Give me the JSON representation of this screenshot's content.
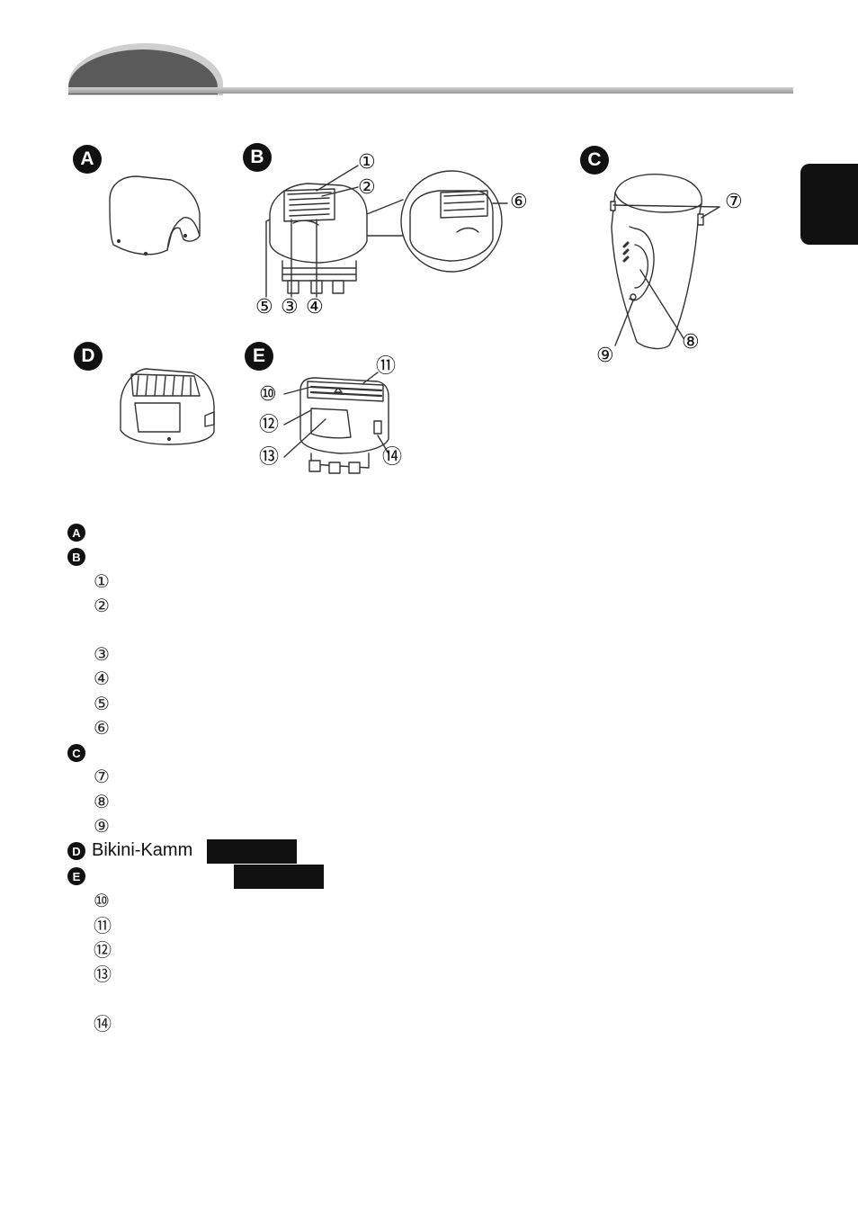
{
  "figure": {
    "badges": [
      "A",
      "B",
      "C",
      "D",
      "E"
    ],
    "callouts": [
      "①",
      "②",
      "③",
      "④",
      "⑤",
      "⑥",
      "⑦",
      "⑧",
      "⑨",
      "⑩",
      "⑪",
      "⑫",
      "⑬",
      "⑭"
    ]
  },
  "legend": {
    "badges": [
      "A",
      "B",
      "C",
      "D",
      "E"
    ],
    "numbers": [
      "①",
      "②",
      "③",
      "④",
      "⑤",
      "⑥",
      "⑦",
      "⑧",
      "⑨",
      "⑩",
      "⑪",
      "⑫",
      "⑬",
      "⑭"
    ],
    "bikini_comb_label": "Bikini-Kamm",
    "label_d": "",
    "label_e": ""
  },
  "colors": {
    "header_dark": "#5a5a5a",
    "header_light": "#cfcfcf",
    "black": "#111111",
    "line_art": "#333333"
  }
}
